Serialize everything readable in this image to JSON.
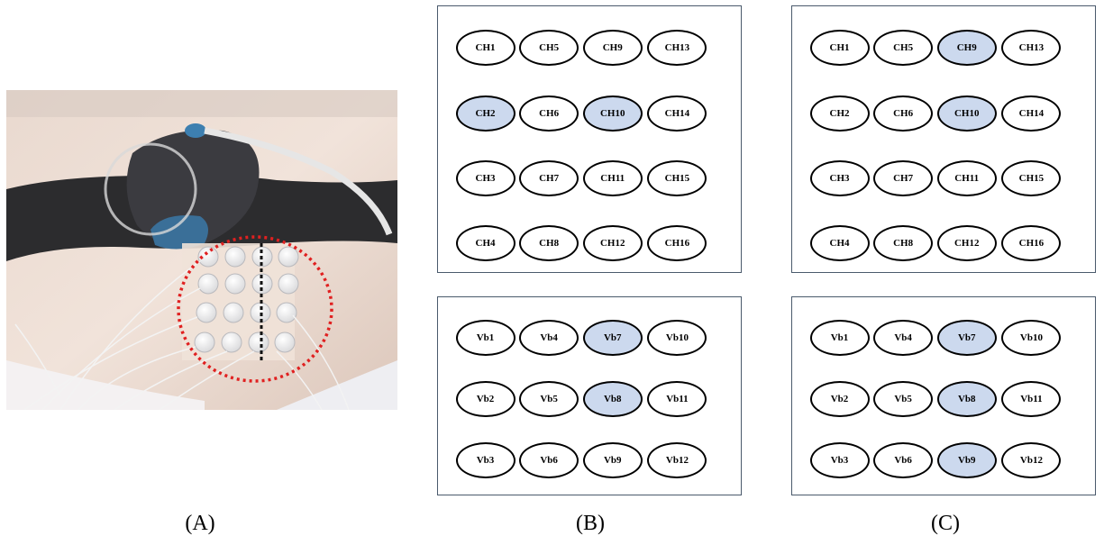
{
  "captions": {
    "a": "(A)",
    "b": "(B)",
    "c": "(C)"
  },
  "colors": {
    "active_fill": "#ccd9ee",
    "inactive_fill": "#ffffff",
    "panel_border": "#4a5a6c",
    "marker_circle": "#e02020"
  },
  "photo": {
    "subject": "abdomen with belt-mounted monitor and 4x4 electrode array"
  },
  "panels": {
    "b_channels": {
      "rows": [
        [
          "CH1",
          "CH5",
          "CH9",
          "CH13"
        ],
        [
          "CH2",
          "CH6",
          "CH10",
          "CH14"
        ],
        [
          "CH3",
          "CH7",
          "CH11",
          "CH15"
        ],
        [
          "CH4",
          "CH8",
          "CH12",
          "CH16"
        ]
      ],
      "highlighted": [
        "CH2",
        "CH10"
      ]
    },
    "b_vectors": {
      "rows": [
        [
          "Vb1",
          "Vb4",
          "Vb7",
          "Vb10"
        ],
        [
          "Vb2",
          "Vb5",
          "Vb8",
          "Vb11"
        ],
        [
          "Vb3",
          "Vb6",
          "Vb9",
          "Vb12"
        ]
      ],
      "highlighted": [
        "Vb7",
        "Vb8"
      ]
    },
    "c_channels": {
      "rows": [
        [
          "CH1",
          "CH5",
          "CH9",
          "CH13"
        ],
        [
          "CH2",
          "CH6",
          "CH10",
          "CH14"
        ],
        [
          "CH3",
          "CH7",
          "CH11",
          "CH15"
        ],
        [
          "CH4",
          "CH8",
          "CH12",
          "CH16"
        ]
      ],
      "highlighted": [
        "CH9",
        "CH10"
      ]
    },
    "c_vectors": {
      "rows": [
        [
          "Vb1",
          "Vb4",
          "Vb7",
          "Vb10"
        ],
        [
          "Vb2",
          "Vb5",
          "Vb8",
          "Vb11"
        ],
        [
          "Vb3",
          "Vb6",
          "Vb9",
          "Vb12"
        ]
      ],
      "highlighted": [
        "Vb7",
        "Vb8",
        "Vb9"
      ]
    }
  }
}
